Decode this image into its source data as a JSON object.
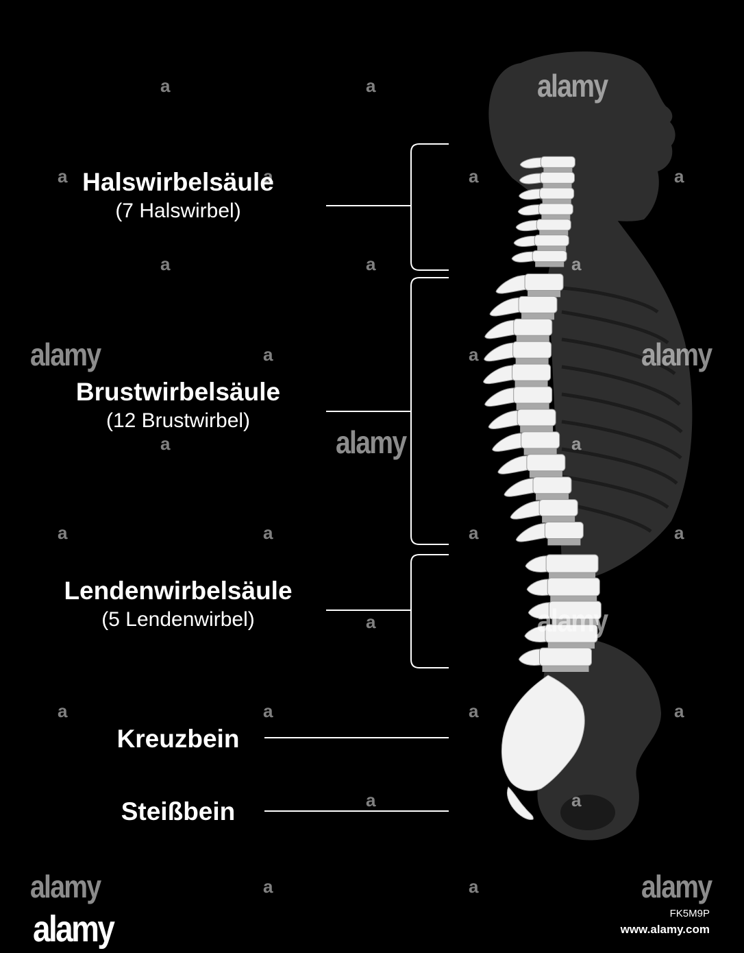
{
  "regions": [
    {
      "title": "Halswirbelsäule",
      "subtitle": "(7 Halswirbel)"
    },
    {
      "title": "Brustwirbelsäule",
      "subtitle": "(12 Brustwirbel)"
    },
    {
      "title": "Lendenwirbelsäule",
      "subtitle": "(5 Lendenwirbel)"
    }
  ],
  "single_labels": [
    {
      "title": "Kreuzbein"
    },
    {
      "title": "Steißbein"
    }
  ],
  "vertebra_counts": {
    "cervical": 7,
    "thoracic": 12,
    "lumbar": 5
  },
  "watermark": {
    "text": "alamy",
    "letter": "a"
  },
  "footer": {
    "logo": "alamy",
    "image_id": "FK5M9P",
    "url": "www.alamy.com"
  },
  "colors": {
    "background": "#000000",
    "bone": "#f2f2f2",
    "disc": "#a8a8a8",
    "silhouette": "#2e2e2e",
    "line": "#ffffff"
  }
}
